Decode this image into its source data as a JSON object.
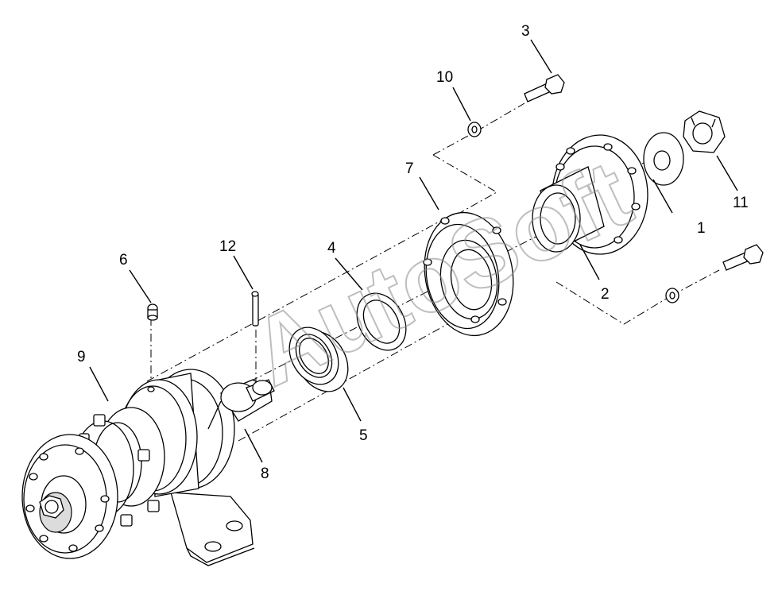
{
  "watermark": "AutoSoft",
  "callouts": {
    "c1": "1",
    "c2": "2",
    "c3": "3",
    "c4": "4",
    "c5": "5",
    "c6": "6",
    "c7": "7",
    "c8": "8",
    "c9": "9",
    "c10": "10",
    "c11": "11",
    "c12": "12"
  }
}
